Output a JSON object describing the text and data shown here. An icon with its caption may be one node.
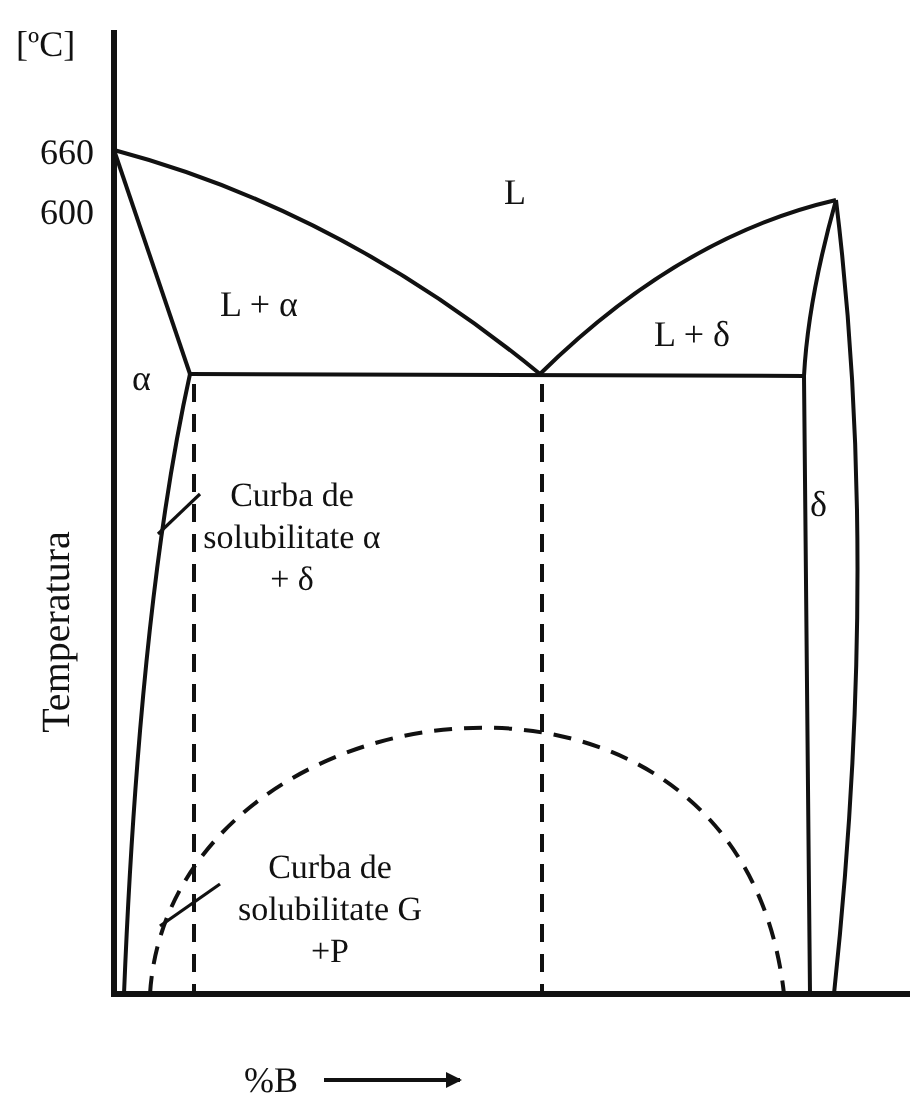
{
  "diagram": {
    "nodes": [
      {
        "text": [
          "Curba de solubilitate α + δ"
        ]
      },
      {
        "text": [
          "Curba de solubilitate G +P"
        ]
      }
    ],
    "edges": [
      {
        "from": 0,
        "to": null,
        "arrow": "none"
      },
      {
        "from": 1,
        "to": null,
        "arrow": "none"
      }
    ],
    "labels": [
      "[ºC]",
      "660",
      "600",
      "L",
      "L + α",
      "L + δ",
      "α",
      "δ",
      "Temperatura",
      "%B"
    ]
  }
}
